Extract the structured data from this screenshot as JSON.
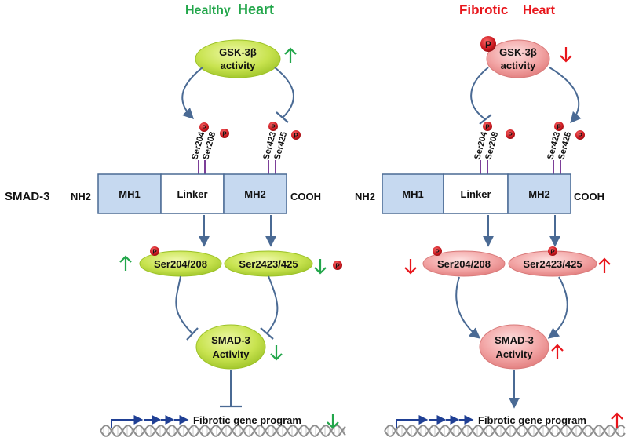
{
  "healthy": {
    "title_part1": "Healthy",
    "title_part2": "Heart",
    "gsk_line1": "GSK-3β",
    "gsk_line2": "activity",
    "linker_site1": "Ser204",
    "linker_site2": "Ser208",
    "mh2_site1": "Ser423",
    "mh2_site2": "Ser425",
    "domain_nh2": "NH2",
    "domain_mh1": "MH1",
    "domain_linker": "Linker",
    "domain_mh2": "MH2",
    "domain_cooh": "COOH",
    "ser_linker_node": "Ser204/208",
    "ser_mh2_node": "Ser2423/425",
    "smad_line1": "SMAD-3",
    "smad_line2": "Activity",
    "gene_program": "Fibrotic gene program"
  },
  "fibrotic": {
    "title_part1": "Fibrotic",
    "title_part2": "Heart",
    "gsk_line1": "GSK-3β",
    "gsk_line2": "activity",
    "linker_site1": "Ser204",
    "linker_site2": "Ser208",
    "mh2_site1": "Ser423",
    "mh2_site2": "Ser425",
    "domain_nh2": "NH2",
    "domain_mh1": "MH1",
    "domain_linker": "Linker",
    "domain_mh2": "MH2",
    "domain_cooh": "COOH",
    "ser_linker_node": "Ser204/208",
    "ser_mh2_node": "Ser2423/425",
    "smad_line1": "SMAD-3",
    "smad_line2": "Activity",
    "gene_program": "Fibrotic gene program"
  },
  "smad3_label": "SMAD-3",
  "phospho_label": "P",
  "colors": {
    "healthy_title": "#22a64a",
    "fibrotic_title": "#e8151b",
    "arrow": "#4a6a94",
    "domain_fill": "#c6d9f0",
    "domain_stroke": "#4a6a94",
    "healthy_node": "#c8e34f",
    "fibrotic_node": "#f4a0a0",
    "phospho": "#c8161d",
    "site_stick": "#7c3f98",
    "up_down_healthy": "#22a64a",
    "up_down_fibrotic": "#e8151b",
    "dna": "#8e8e8e",
    "promoter_arrow": "#1f3f94"
  }
}
